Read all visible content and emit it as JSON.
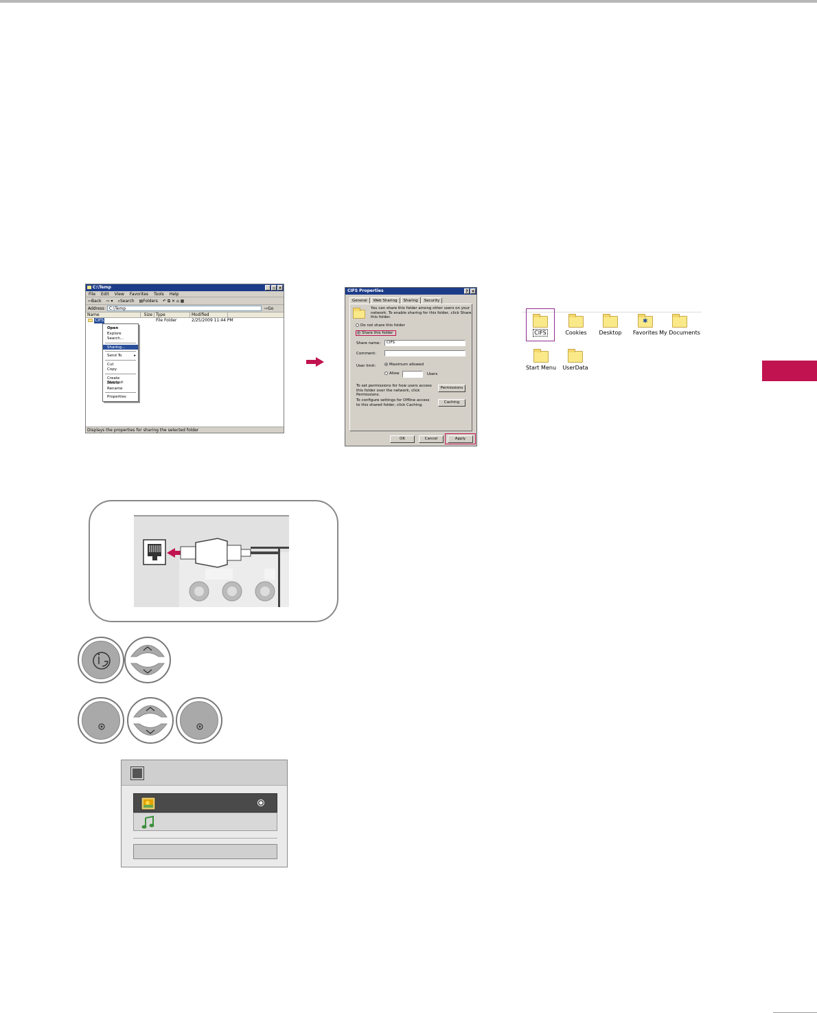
{
  "explorer": {
    "title": "C:\\Temp",
    "menu": [
      "File",
      "Edit",
      "View",
      "Favorites",
      "Tools",
      "Help"
    ],
    "toolbar": [
      "Back",
      "Search",
      "Folders"
    ],
    "address_label": "Address",
    "address_value": "C:\\Temp",
    "go_label": "Go",
    "columns": [
      "Name",
      "Size",
      "Type",
      "Modified"
    ],
    "row": {
      "name": "CIFS",
      "type": "File Folder",
      "modified": "2/25/2009 11:44 PM"
    },
    "context_menu": [
      "Open",
      "Explore",
      "Search...",
      "Sharing...",
      "Send To",
      "Cut",
      "Copy",
      "Create Shortcut",
      "Delete",
      "Rename",
      "Properties"
    ],
    "status": "Displays the properties for sharing the selected folder"
  },
  "dialog": {
    "title": "CIFS Properties",
    "tabs": [
      "General",
      "Web Sharing",
      "Sharing",
      "Security"
    ],
    "desc": "You can share this folder among other users on your network.  To enable sharing for this folder, click Share this folder.",
    "opt_no": "Do not share this folder",
    "opt_share": "Share this folder",
    "share_name_label": "Share name:",
    "share_name_value": "CIFS",
    "comment_label": "Comment:",
    "user_limit_label": "User limit:",
    "max_allowed": "Maximum allowed",
    "allow": "Allow",
    "users": "Users",
    "perm_text": "To set permissions for how users access this folder over the network, click Permissions.",
    "perm_btn": "Permissions",
    "cache_text": "To configure settings for Offline access to this shared folder, click Caching.",
    "cache_btn": "Caching",
    "ok": "OK",
    "cancel": "Cancel",
    "apply": "Apply"
  },
  "folders": [
    "CIFS",
    "Cookies",
    "Desktop",
    "Favorites",
    "My Documents",
    "Start Menu",
    "UserData"
  ],
  "colors": {
    "accent": "#c0134f",
    "selection": "#2a4f9a",
    "folder": "#fae989"
  }
}
